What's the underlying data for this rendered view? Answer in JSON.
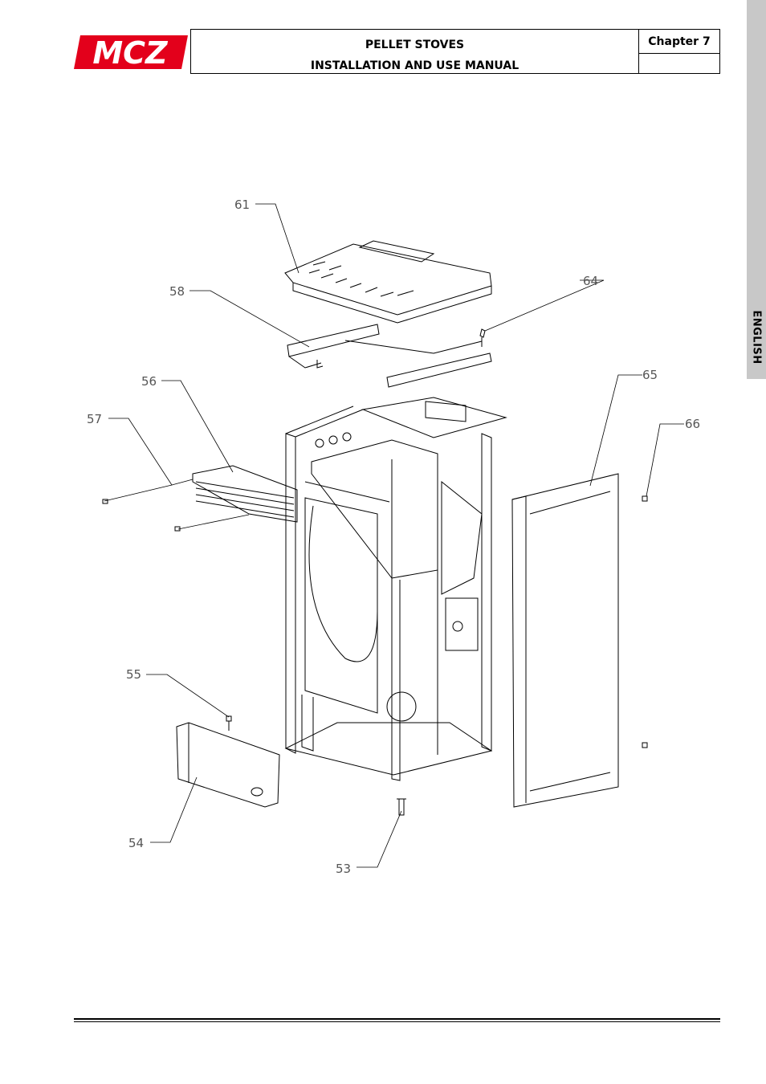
{
  "header": {
    "logo_text": "MCZ",
    "title_line1": "PELLET STOVES",
    "title_line2": "INSTALLATION AND USE MANUAL",
    "chapter": "Chapter 7"
  },
  "side_tab": {
    "label": "ENGLISH"
  },
  "callouts": [
    "61",
    "58",
    "64",
    "56",
    "65",
    "57",
    "66",
    "55",
    "54",
    "53"
  ],
  "colors": {
    "logo_red": "#e3001b",
    "side_tab": "#c8c8c8"
  }
}
